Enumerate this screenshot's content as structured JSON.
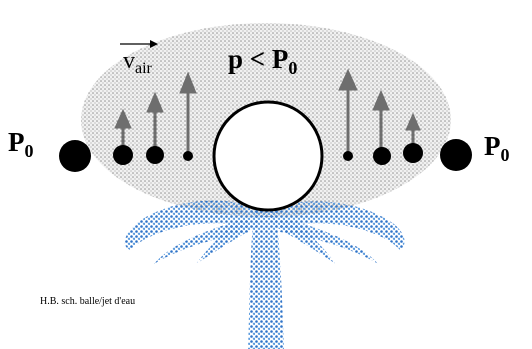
{
  "diagram": {
    "pressure_low_label": "p < P",
    "pressure_low_subscript": "0",
    "pressure_left_label": "P",
    "pressure_left_subscript": "0",
    "pressure_right_label": "P",
    "pressure_right_subscript": "0",
    "velocity_label": "v",
    "velocity_subscript": "air",
    "caption": "H.B. sch. balle/jet d'eau"
  },
  "colors": {
    "air_region": "#cfcfcf",
    "arrow": "#6e6e6e",
    "water": "#3a7fd0",
    "ball_fill": "#ffffff",
    "dot": "#000000"
  }
}
